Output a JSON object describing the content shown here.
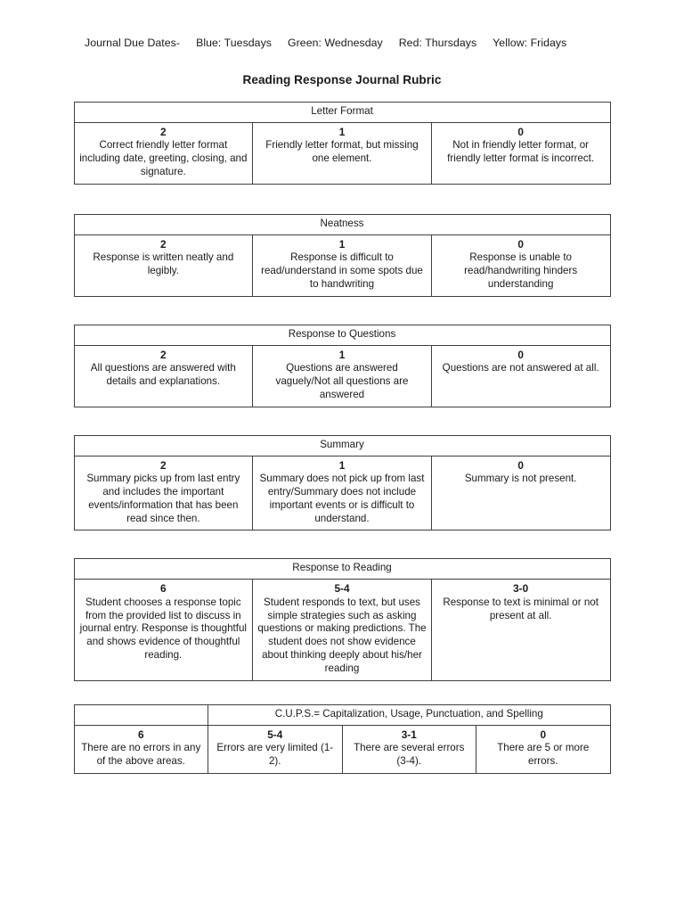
{
  "header": {
    "due_dates_lead": "Journal Due Dates-",
    "due_dates": [
      "Blue: Tuesdays",
      "Green: Wednesday",
      "Red: Thursdays",
      "Yellow: Fridays"
    ],
    "title": "Reading Response Journal Rubric"
  },
  "rubrics": [
    {
      "section": "Letter Format",
      "columns": [
        {
          "score": "2",
          "description": "Correct friendly letter format including date, greeting, closing, and signature."
        },
        {
          "score": "1",
          "description": "Friendly letter format, but missing one element."
        },
        {
          "score": "0",
          "description": "Not in friendly letter format, or friendly letter format is incorrect."
        }
      ]
    },
    {
      "section": "Neatness",
      "columns": [
        {
          "score": "2",
          "description": "Response is written neatly and legibly."
        },
        {
          "score": "1",
          "description": "Response is difficult to read/understand in some spots due to handwriting"
        },
        {
          "score": "0",
          "description": "Response is unable to read/handwriting hinders understanding"
        }
      ]
    },
    {
      "section": "Response to Questions",
      "columns": [
        {
          "score": "2",
          "description": "All questions are answered with details and explanations."
        },
        {
          "score": "1",
          "description": "Questions are answered vaguely/Not all questions are answered"
        },
        {
          "score": "0",
          "description": "Questions are not answered at all."
        }
      ]
    },
    {
      "section": "Summary",
      "columns": [
        {
          "score": "2",
          "description": "Summary picks up from last entry and includes the important events/information that has been read since then."
        },
        {
          "score": "1",
          "description": "Summary does not pick up from last entry/Summary does not include important events or is difficult to understand."
        },
        {
          "score": "0",
          "description": "Summary is not present."
        }
      ]
    },
    {
      "section": "Response to Reading",
      "columns": [
        {
          "score": "6",
          "description": "Student chooses a response topic from the provided list to discuss in journal entry. Response is thoughtful and shows evidence of thoughtful reading."
        },
        {
          "score": "5-4",
          "description": "Student responds to text, but uses simple strategies such as asking questions or making predictions. The student does not show evidence about thinking deeply about his/her reading"
        },
        {
          "score": "3-0",
          "description": "Response to text is minimal or not present at all."
        }
      ]
    }
  ],
  "cups_rubric": {
    "blank_cell": "",
    "section": "C.U.P.S.= Capitalization, Usage, Punctuation, and Spelling",
    "columns": [
      {
        "score": "6",
        "description": "There are no errors in any of the above areas."
      },
      {
        "score": "5-4",
        "description": "Errors are very limited (1-2)."
      },
      {
        "score": "3-1",
        "description": "There are several errors (3-4)."
      },
      {
        "score": "0",
        "description": "There are 5 or more errors."
      }
    ]
  }
}
